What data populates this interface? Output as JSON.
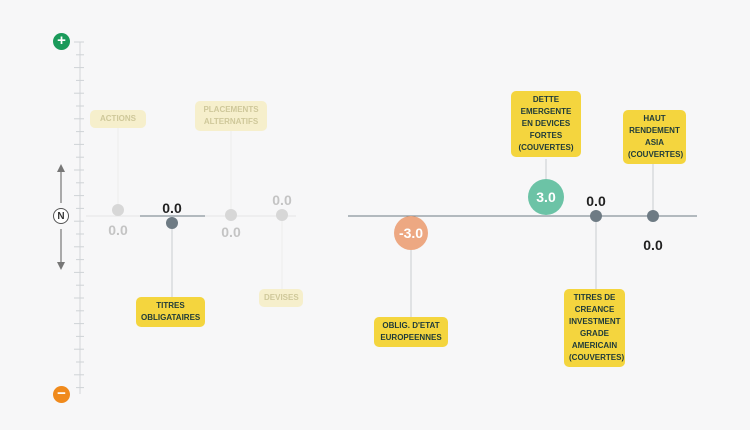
{
  "scale": {
    "top_symbol": "+",
    "bottom_symbol": "−",
    "neutral_label": "N",
    "top_color": "#1a9a5a",
    "bottom_color": "#f08a1c"
  },
  "items": [
    {
      "label": "ACTIONS",
      "value_text": "0.0",
      "value": 0.0,
      "active": false
    },
    {
      "label": "TITRES OBLIGATAIRES",
      "value_text": "0.0",
      "value": 0.0,
      "active": true
    },
    {
      "label": "PLACEMENTS ALTERNATIFS",
      "value_text": "0.0",
      "value": 0.0,
      "active": false
    },
    {
      "label": "DEVISES",
      "value_text": "0.0",
      "value": 0.0,
      "active": false
    },
    {
      "label": "OBLIG. D'ETAT EUROPEENNES",
      "value_text": "-3.0",
      "value": -3.0,
      "active": true
    },
    {
      "label": "DETTE EMERGENTE EN DEVICES FORTES (COUVERTES)",
      "value_text": "3.0",
      "value": 3.0,
      "active": true
    },
    {
      "label": "TITRES DE CREANCE INVESTMENT GRADE AMERICAIN (COUVERTES)",
      "value_text": "0.0",
      "value": 0.0,
      "active": true
    },
    {
      "label": "HAUT RENDEMENT ASIA (COUVERTES)",
      "value_text": "0.0",
      "value": 0.0,
      "active": true
    }
  ],
  "colors": {
    "positive": "#6cc3a6",
    "negative": "#eda882",
    "neutral_dot": "#6e7b84",
    "faded_dot": "#d7d7d7",
    "label_bg": "#f4d53e"
  }
}
